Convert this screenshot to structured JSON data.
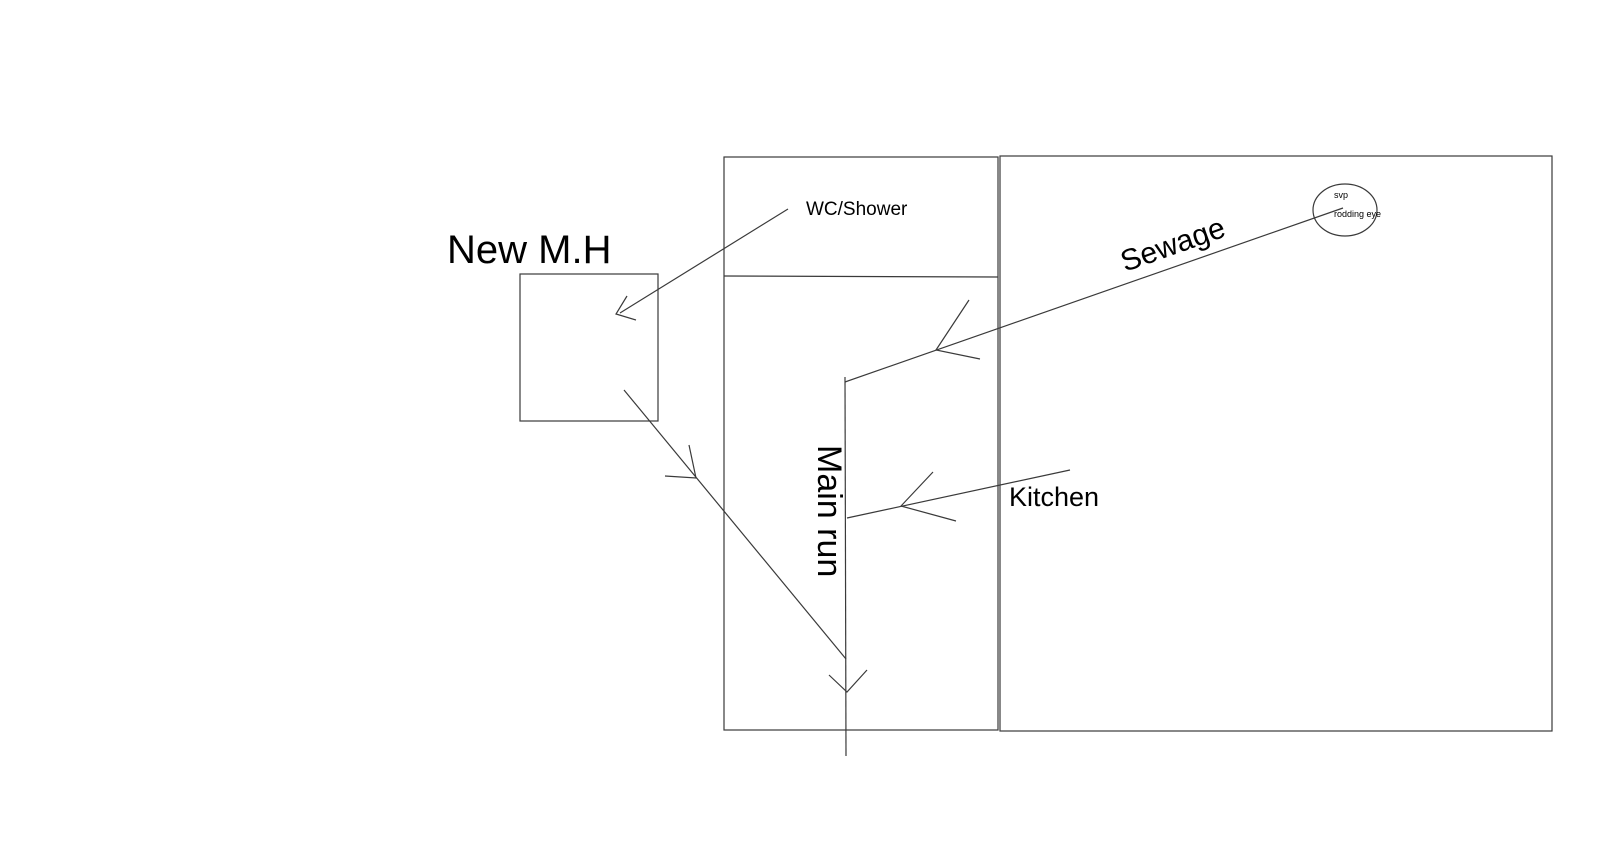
{
  "labels": {
    "new_mh": "New M.H",
    "wc_shower": "WC/Shower",
    "sewage": "Sewage",
    "main_run": "Main run",
    "kitchen": "Kitchen",
    "svp": "svp",
    "rodding_eye": "rodding eye"
  }
}
